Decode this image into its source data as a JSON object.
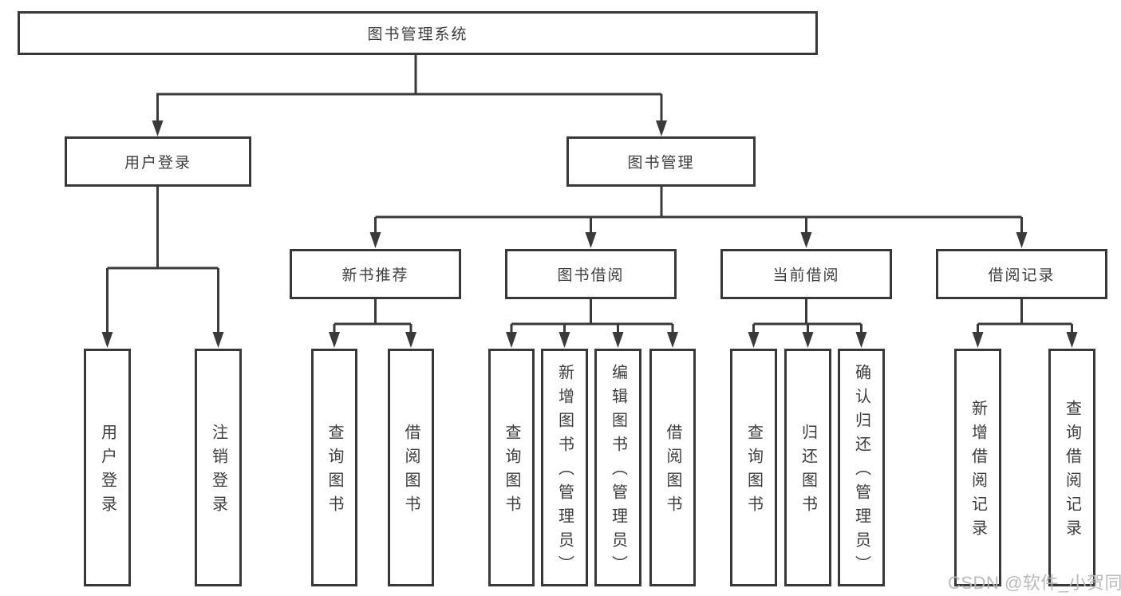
{
  "diagram": {
    "tree": {
      "label": "图书管理系统",
      "children": [
        {
          "label": "用户登录",
          "children": [
            {
              "label": "用户登录"
            },
            {
              "label": "注销登录"
            }
          ]
        },
        {
          "label": "图书管理",
          "children": [
            {
              "label": "新书推荐",
              "children": [
                {
                  "label": "查询图书"
                },
                {
                  "label": "借阅图书"
                }
              ]
            },
            {
              "label": "图书借阅",
              "children": [
                {
                  "label": "查询图书"
                },
                {
                  "label": "新增图书（管理员）"
                },
                {
                  "label": "编辑图书（管理员）"
                },
                {
                  "label": "借阅图书"
                }
              ]
            },
            {
              "label": "当前借阅",
              "children": [
                {
                  "label": "查询图书"
                },
                {
                  "label": "归还图书"
                },
                {
                  "label": "确认归还（管理员）"
                }
              ]
            },
            {
              "label": "借阅记录",
              "children": [
                {
                  "label": "新增借阅记录"
                },
                {
                  "label": "查询借阅记录"
                }
              ]
            }
          ]
        }
      ]
    },
    "colors": {
      "line": "#3a3a3a",
      "box_border": "#383838",
      "text": "#3d3d3d",
      "watermark": "#b6b6b6",
      "background": "#ffffff"
    }
  },
  "watermark": {
    "text": "CSDN @软件_小贺同学"
  }
}
